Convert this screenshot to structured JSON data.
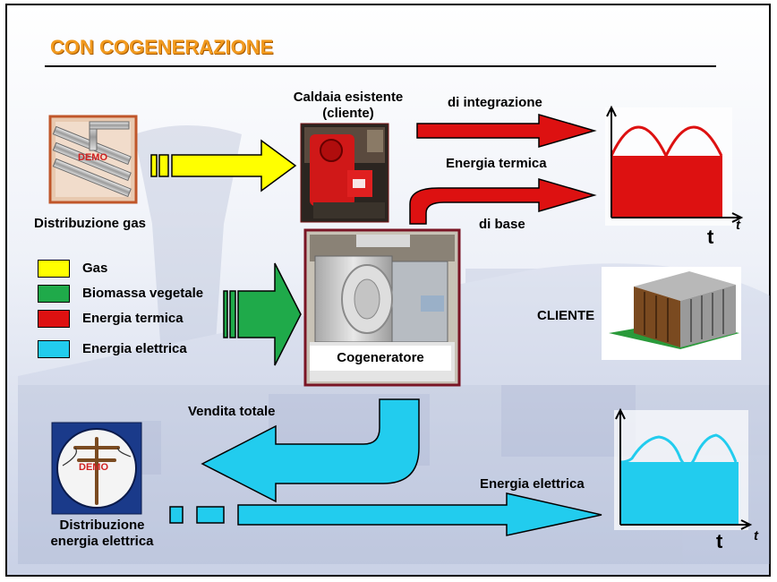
{
  "title": "CON COGENERAZIONE",
  "colors": {
    "gas": "#ffff00",
    "biomassa": "#1faa4a",
    "termica": "#dd1111",
    "elettrica": "#22ccee",
    "title": "#f29a1e"
  },
  "labels": {
    "caldaia": "Caldaia esistente\n(cliente)",
    "di_integrazione": "di integrazione",
    "energia_termica_arrow": "Energia termica",
    "di_base": "di base",
    "distribuzione_gas": "Distribuzione gas",
    "cogeneratore": "Cogeneratore",
    "cliente": "CLIENTE",
    "vendita_totale": "Vendita totale",
    "energia_elettrica_arrow": "Energia elettrica",
    "distribuzione_energia": "Distribuzione\nenergia elettrica",
    "demo_gas": "DEMO",
    "demo_power": "DEMO",
    "t_thermal": "t",
    "t_thermal_italic": "t",
    "t_electric": "t",
    "t_electric_italic": "t"
  },
  "legend": [
    {
      "label": "Gas",
      "color": "#ffff00"
    },
    {
      "label": "Biomassa vegetale",
      "color": "#1faa4a"
    },
    {
      "label": "Energia termica",
      "color": "#dd1111"
    },
    {
      "label": "Energia elettrica",
      "color": "#22ccee"
    }
  ],
  "icons": {
    "gas_pipes": "gas-pipes-icon",
    "boiler": "boiler-photo",
    "cogenerator": "cogenerator-photo",
    "client_building": "building-icon",
    "power_pole": "power-pole-icon"
  }
}
